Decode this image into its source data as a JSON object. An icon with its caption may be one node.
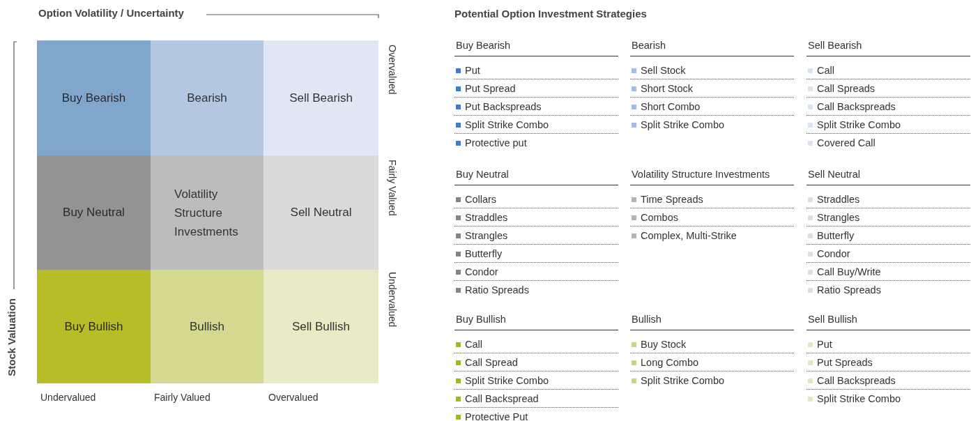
{
  "diagram": {
    "nodes": [
      {
        "text": [
          "Buy Bearish"
        ]
      },
      {
        "text": [
          "Bearish"
        ]
      },
      {
        "text": [
          "Sell Bearish"
        ]
      },
      {
        "text": [
          "Buy Neutral"
        ]
      },
      {
        "text": [
          "Volatility Structure Investments"
        ]
      },
      {
        "text": [
          "Sell Neutral"
        ]
      },
      {
        "text": [
          "Buy Bullish"
        ]
      },
      {
        "text": [
          "Bullish"
        ]
      },
      {
        "text": [
          "Sell Bullish"
        ]
      },
      {
        "text": [
          "Buy Bearish",
          "Put",
          "Put Spread",
          "Put Backspreads",
          "Split Strike Combo",
          "Protective put"
        ]
      },
      {
        "text": [
          "Bearish",
          "Sell Stock",
          "Short Stock",
          "Short Combo",
          "Split Strike Combo"
        ]
      },
      {
        "text": [
          "Sell Bearish",
          "Call",
          "Call Spreads",
          "Call Backspreads",
          "Split Strike Combo",
          "Covered Call"
        ]
      },
      {
        "text": [
          "Buy Neutral",
          "Collars",
          "Straddles",
          "Strangles",
          "Butterfly",
          "Condor",
          "Ratio Spreads"
        ]
      },
      {
        "text": [
          "Volatility Structure Investments",
          "Time Spreads",
          "Combos",
          "Complex, Multi-Strike"
        ]
      },
      {
        "text": [
          "Sell Neutral",
          "Straddles",
          "Strangles",
          "Butterfly",
          "Condor",
          "Call Buy/Write",
          "Ratio Spreads"
        ]
      },
      {
        "text": [
          "Buy Bullish",
          "Call",
          "Call Spread",
          "Split Strike Combo",
          "Call Backspread",
          "Protective Put"
        ]
      },
      {
        "text": [
          "Bullish",
          "Buy Stock",
          "Long Combo",
          "Split Strike Combo"
        ]
      },
      {
        "text": [
          "Sell Bullish",
          "Put",
          "Put Spreads",
          "Call Backspreads",
          "Split Strike Combo"
        ]
      }
    ],
    "labels": [
      "Option Volatility / Uncertainty",
      "Potential Option Investment Strategies",
      "Overvalued",
      "Fairly Valued",
      "Undervalued",
      "Stock Valuation",
      "Undervalued",
      "Fairly Valued",
      "Overvalued"
    ]
  }
}
